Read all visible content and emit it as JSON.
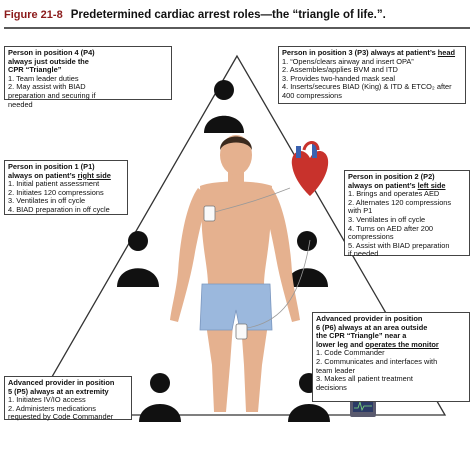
{
  "figure": {
    "label": "Figure 21-8",
    "title": "Predetermined cardiac arrest roles—the “triangle of life.”."
  },
  "colors": {
    "accent": "#8b1a1a",
    "box_border": "#444444",
    "silhouette": "#111111",
    "skin": "#e5b18f",
    "shorts": "#9bb8dd",
    "heart": "#c8322c",
    "triangle_line": "#333333"
  },
  "roles": {
    "p4": {
      "title_a": "Person in position 4 (P4)",
      "title_b": "always just outside the",
      "title_c": "CPR “Triangle”",
      "items": [
        "1. Team leader duties",
        "2. May assist with BIAD",
        "preparation and securing if",
        "needed"
      ]
    },
    "p3": {
      "title_a": "Person in position 3 (P3) always at patient’s",
      "title_b_u": "head",
      "items": [
        "1. “Opens/clears airway and insert OPA”",
        "2. Assembles/applies BVM and ITD",
        "3. Provides two-handed mask seal",
        "4. Inserts/secures BIAD (King) & ITD & ETCO₂ after",
        "400 compressions"
      ]
    },
    "p1": {
      "title_a": "Person in position 1 (P1)",
      "title_b": "always on patient’s",
      "title_b_u": "right side",
      "items": [
        "1. Initial patient assessment",
        "2. Initiates 120 compressions",
        "3. Ventilates in off cycle",
        "4. BIAD preparation in off cycle"
      ]
    },
    "p2": {
      "title_a": "Person in position 2 (P2)",
      "title_b": "always on patient’s",
      "title_b_u": "left side",
      "items": [
        "1. Brings and operates AED",
        "2. Alternates 120 compressions",
        "with P1",
        "3. Ventilates in off cycle",
        "4. Turns on AED after 200",
        "compressions",
        "5. Assist with BIAD preparation",
        "if needed"
      ]
    },
    "p6": {
      "title_a": "Advanced provider in position",
      "title_b": "6 (P6) always at an area outside",
      "title_c": "the CPR “Triangle” near a",
      "title_d": "lower leg and",
      "title_d_u": "operates the monitor",
      "items": [
        "1. Code Commander",
        "2. Communicates and interfaces with",
        "team leader",
        "3. Makes all patient treatment",
        "decisions"
      ]
    },
    "p5": {
      "title_a": "Advanced provider in position",
      "title_b": "5 (P5) always at an extremity",
      "items": [
        "1. Initiates IV/IO access",
        "2. Administers medications",
        "requested by Code Commander"
      ]
    }
  },
  "icons": {
    "rescuer": "person-silhouette-icon",
    "heart": "heart-anatomy-icon",
    "monitor": "cardiac-monitor-icon",
    "aed_pad": "aed-pad-icon"
  }
}
